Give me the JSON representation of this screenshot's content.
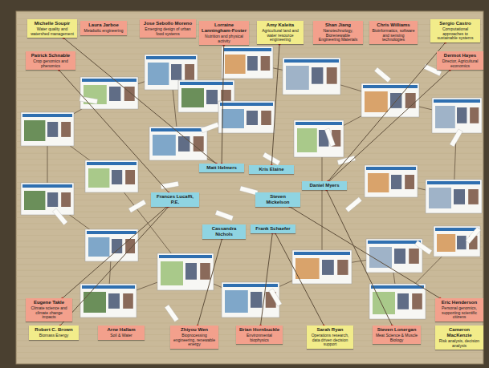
{
  "diagram": {
    "nodes": [
      {
        "text": [
          "Michelle Soupir",
          "Water quality and watershed management"
        ]
      },
      {
        "text": [
          "Laura Jarboe",
          "Metabolic engineering"
        ]
      },
      {
        "text": [
          "Jose Sebollo Moreno",
          "Emerging design of urban food systems"
        ]
      },
      {
        "text": [
          "Lorraine Lanningham-Foster",
          "Nutrition and physical activity"
        ]
      },
      {
        "text": [
          "Amy Kaleita",
          "Agricultural land and water resource engineering"
        ]
      },
      {
        "text": [
          "Shan Jiang",
          "Nanotechnology, Biorenewable Engineering Materials"
        ]
      },
      {
        "text": [
          "Chris Williams",
          "Bioinformatics, software and sensing technologies"
        ]
      },
      {
        "text": [
          "Sergio Castro",
          "Computational approaches to sustainable systems"
        ]
      },
      {
        "text": [
          "Patrick Schnable",
          "Crop genomics and phenomics"
        ]
      },
      {
        "text": [
          "Dermot Hayes",
          "Director, Agricultural economics"
        ]
      },
      {
        "text": [
          "Frances Lucaffi, P.E."
        ]
      },
      {
        "text": [
          "Matt Helmers"
        ]
      },
      {
        "text": [
          "Kris Elaine"
        ]
      },
      {
        "text": [
          "Daniel Myers"
        ]
      },
      {
        "text": [
          "Steven Mickelson"
        ]
      },
      {
        "text": [
          "Cassandra Nichols"
        ]
      },
      {
        "text": [
          "Frank Schaefer"
        ]
      },
      {
        "text": [
          "Eugene Takle",
          "Climate science and climate change impacts"
        ]
      },
      {
        "text": [
          "Eric Henderson",
          "Personal genomics, supporting scientific citizens"
        ]
      },
      {
        "text": [
          "Robert C. Brown",
          "Biomass Energy"
        ]
      },
      {
        "text": [
          "Arne Hallam",
          "Soil & Water"
        ]
      },
      {
        "text": [
          "Zhiyou Wen",
          "Bioprocessing engineering, renewable energy"
        ]
      },
      {
        "text": [
          "Brian Hornbuckle",
          "Environmental biophysics"
        ]
      },
      {
        "text": [
          "Sarah Ryan",
          "Operations research, data driven decision support"
        ]
      },
      {
        "text": [
          "Steven Lonergan",
          "Meat Science & Muscle Biology"
        ]
      },
      {
        "text": [
          "Cameron MacKenzie",
          "Risk analysis, decision analysis"
        ]
      }
    ],
    "edges": [
      {
        "from": 0,
        "to": 11,
        "arrow": "none"
      },
      {
        "from": 4,
        "to": 12,
        "arrow": "none"
      },
      {
        "from": 3,
        "to": 11,
        "arrow": "none"
      },
      {
        "from": 7,
        "to": 13,
        "arrow": "none"
      },
      {
        "from": 8,
        "to": 10,
        "arrow": "none"
      },
      {
        "from": 9,
        "to": 13,
        "arrow": "none"
      },
      {
        "from": 18,
        "to": 14,
        "arrow": "none"
      },
      {
        "from": 17,
        "to": 10,
        "arrow": "none"
      },
      {
        "from": 19,
        "to": 10,
        "arrow": "none"
      },
      {
        "from": 21,
        "to": 15,
        "arrow": "none"
      },
      {
        "from": 22,
        "to": 16,
        "arrow": "none"
      },
      {
        "from": 23,
        "to": 16,
        "arrow": "none"
      },
      {
        "from": 24,
        "to": 13,
        "arrow": "none"
      }
    ]
  }
}
